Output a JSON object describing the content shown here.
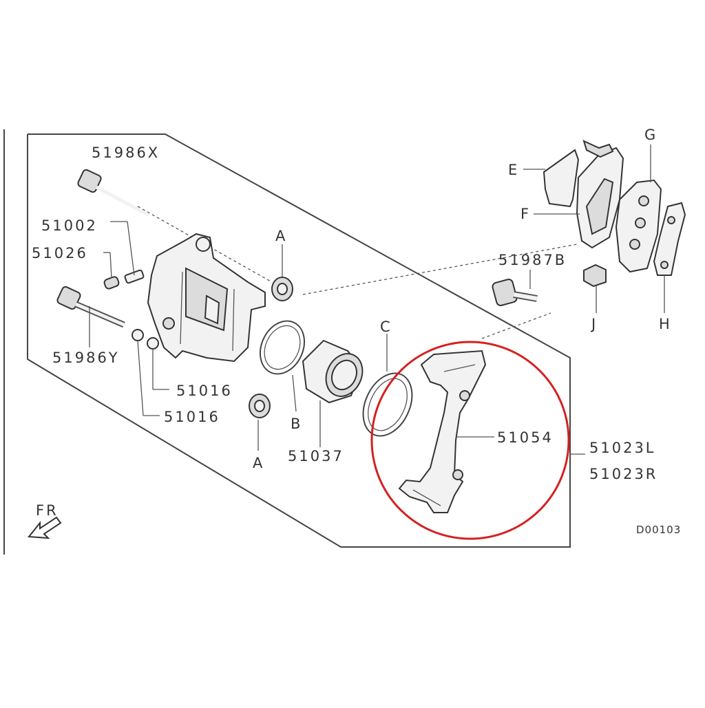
{
  "labels": {
    "p51986x": "51986X",
    "p51002": "51002",
    "p51026": "51026",
    "p51986y": "51986Y",
    "p51016a": "51016",
    "p51016b": "51016",
    "a_top": "A",
    "a_bottom": "A",
    "b": "B",
    "c": "C",
    "p51037": "51037",
    "p51054": "51054",
    "p51023l": "51023L",
    "p51023r": "51023R",
    "e": "E",
    "f": "F",
    "g": "G",
    "h": "H",
    "j": "J",
    "p51987b": "51987B",
    "fr": "FR",
    "code": "D00103"
  },
  "highlight": {
    "color": "#d42020"
  }
}
